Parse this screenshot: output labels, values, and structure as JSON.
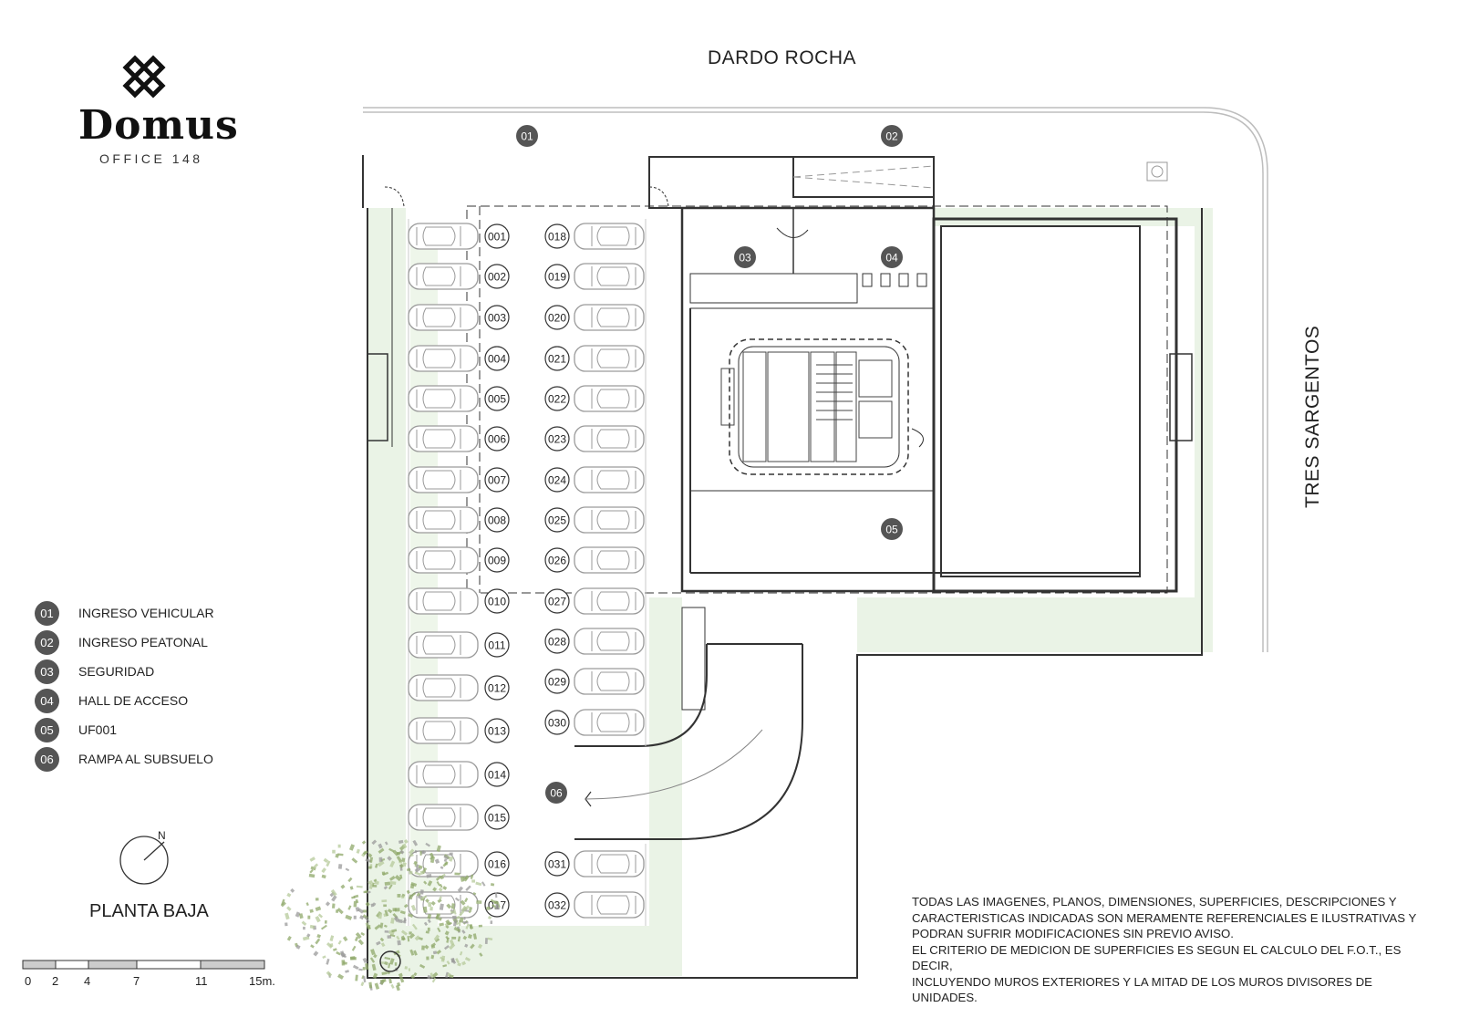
{
  "brand": {
    "name": "Domus",
    "subtitle": "OFFICE 148"
  },
  "streets": {
    "north": "DARDO ROCHA",
    "east": "TRES SARGENTOS"
  },
  "zones": [
    {
      "id": "01",
      "label": "INGRESO VEHICULAR"
    },
    {
      "id": "02",
      "label": "INGRESO PEATONAL"
    },
    {
      "id": "03",
      "label": "SEGURIDAD"
    },
    {
      "id": "04",
      "label": "HALL DE ACCESO"
    },
    {
      "id": "05",
      "label": "UF001"
    },
    {
      "id": "06",
      "label": "RAMPA AL SUBSUELO"
    }
  ],
  "parking": {
    "left_column": [
      "001",
      "002",
      "003",
      "004",
      "005",
      "006",
      "007",
      "008",
      "009",
      "010",
      "011",
      "012",
      "013",
      "014",
      "015",
      "016",
      "017"
    ],
    "right_column": [
      "018",
      "019",
      "020",
      "021",
      "022",
      "023",
      "024",
      "025",
      "026",
      "027",
      "028",
      "029",
      "030",
      "031",
      "032"
    ]
  },
  "compass_label": "N",
  "plan_title": "PLANTA BAJA",
  "scale_bar": {
    "ticks": [
      "0",
      "2",
      "4",
      "7",
      "11",
      "15m."
    ]
  },
  "disclaimer": [
    "TODAS LAS IMAGENES, PLANOS, DIMENSIONES, SUPERFICIES, DESCRIPCIONES Y",
    "CARACTERISTICAS INDICADAS SON MERAMENTE REFERENCIALES E ILUSTRATIVAS Y",
    "PODRAN SUFRIR MODIFICACIONES SIN PREVIO AVISO.",
    "EL CRITERIO DE MEDICION DE SUPERFICIES ES SEGUN EL CALCULO DEL F.O.T., ES DECIR,",
    "INCLUYENDO MUROS EXTERIORES Y LA MITAD DE LOS MUROS DIVISORES DE UNIDADES."
  ],
  "colors": {
    "green_area": "#eaf3e6",
    "badge": "#555555",
    "line": "#333333",
    "car": "#9a9a9a",
    "tree": "#8fa86a"
  }
}
